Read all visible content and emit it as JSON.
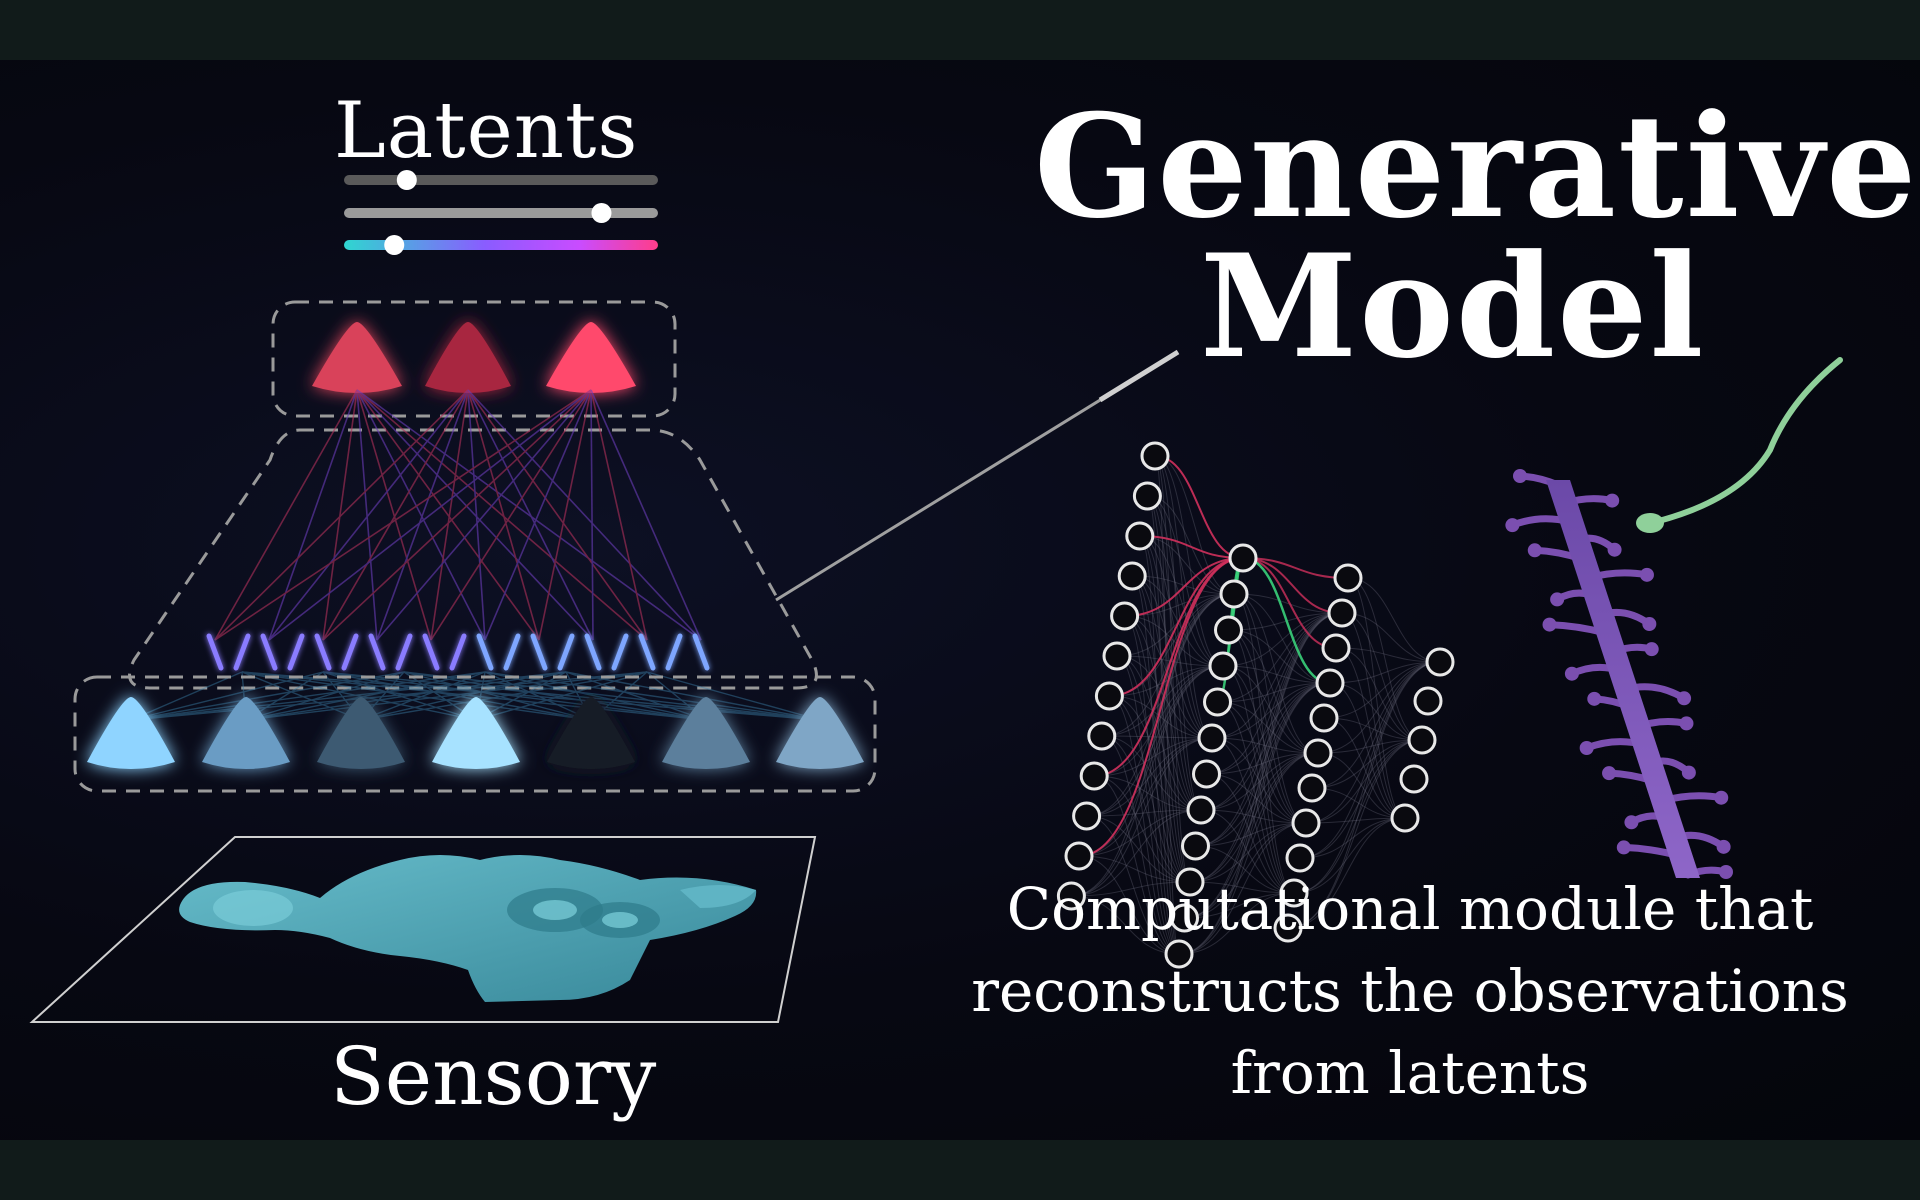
{
  "diagram": {
    "latents_label": "Latents",
    "sensory_label": "Sensory",
    "title": {
      "line1": "Generative",
      "line2": "Model"
    },
    "description": [
      "Computational module that",
      "reconstructs the observations",
      "from latents"
    ],
    "slider_levels": [
      0.2,
      0.82,
      0.16
    ],
    "colors": {
      "background": "#06070f",
      "latent_units": "#e8405c",
      "sensory_units": "#8fd4ff",
      "hidden_units": "#6a6cff",
      "dendrite": "#7b4fb0",
      "axon": "#8fd09a",
      "box_outline": "#9a9a9a"
    }
  }
}
